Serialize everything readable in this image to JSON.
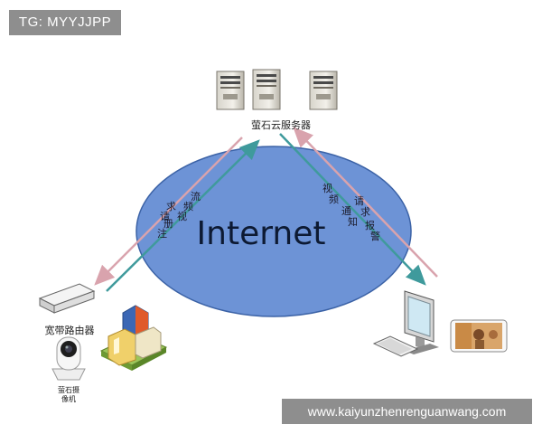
{
  "watermark_top": "TG: MYYJJPP",
  "watermark_bottom": "www.kaiyunzhenrenguanwang.com",
  "diagram": {
    "network_label": "Internet",
    "server_label": "萤石云服务器",
    "router_label": "宽带路由器",
    "camera_label_line1": "萤石摄",
    "camera_label_line2": "像机",
    "left_text_1": "请",
    "left_text_2": "求",
    "left_text_3": "注",
    "left_text_4": "册",
    "left_text_5": "视",
    "left_text_6": "频",
    "left_text_7": "流",
    "right_text_1": "视",
    "right_text_2": "频",
    "right_text_3": "请",
    "right_text_4": "求",
    "right_text_5": "通",
    "right_text_6": "知",
    "right_text_7": "报",
    "right_text_8": "警",
    "colors": {
      "ellipse_fill": "#6d93d6",
      "ellipse_stroke": "#3b62a6",
      "arrow_pink": "#d9a3ad",
      "arrow_teal": "#3f9a9c"
    }
  }
}
